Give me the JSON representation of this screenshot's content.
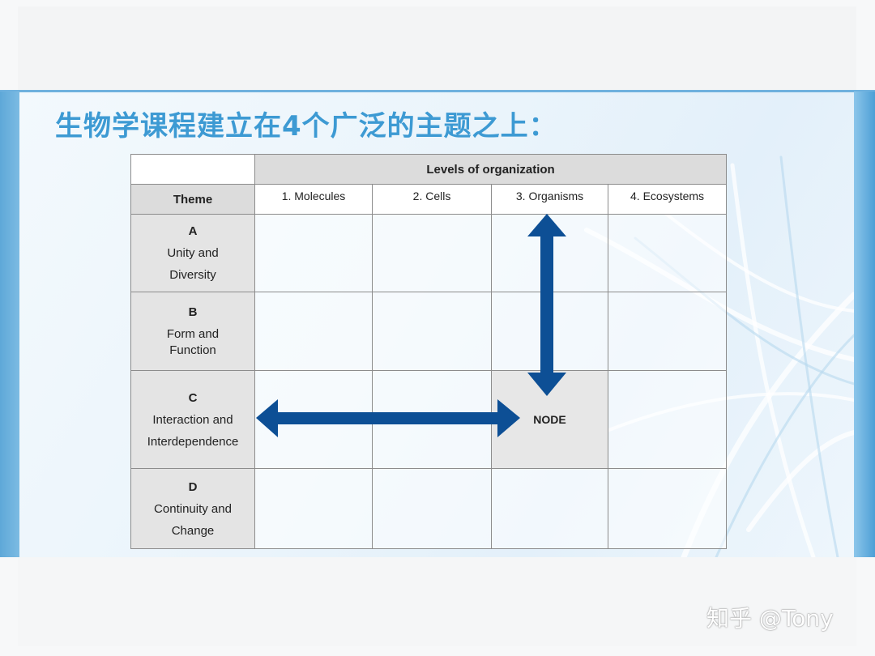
{
  "slide": {
    "title": "生物学课程建立在4个广泛的主题之上："
  },
  "table": {
    "levels_header": "Levels of organization",
    "theme_header": "Theme",
    "columns": [
      "1. Molecules",
      "2. Cells",
      "3. Organisms",
      "4. Ecosystems"
    ],
    "rows": [
      {
        "letter": "A",
        "name_line1": "Unity and",
        "name_line2": "Diversity"
      },
      {
        "letter": "B",
        "name_line1": "Form and",
        "name_line2": "Function"
      },
      {
        "letter": "C",
        "name_line1": "Interaction and",
        "name_line2": "Interdependence"
      },
      {
        "letter": "D",
        "name_line1": "Continuity and",
        "name_line2": "Change"
      }
    ],
    "node_label": "NODE"
  },
  "colors": {
    "title": "#3d9ad3",
    "arrow": "#0d4f95",
    "header_gray": "#dcdcdc"
  },
  "watermark": "知乎 @Tony"
}
